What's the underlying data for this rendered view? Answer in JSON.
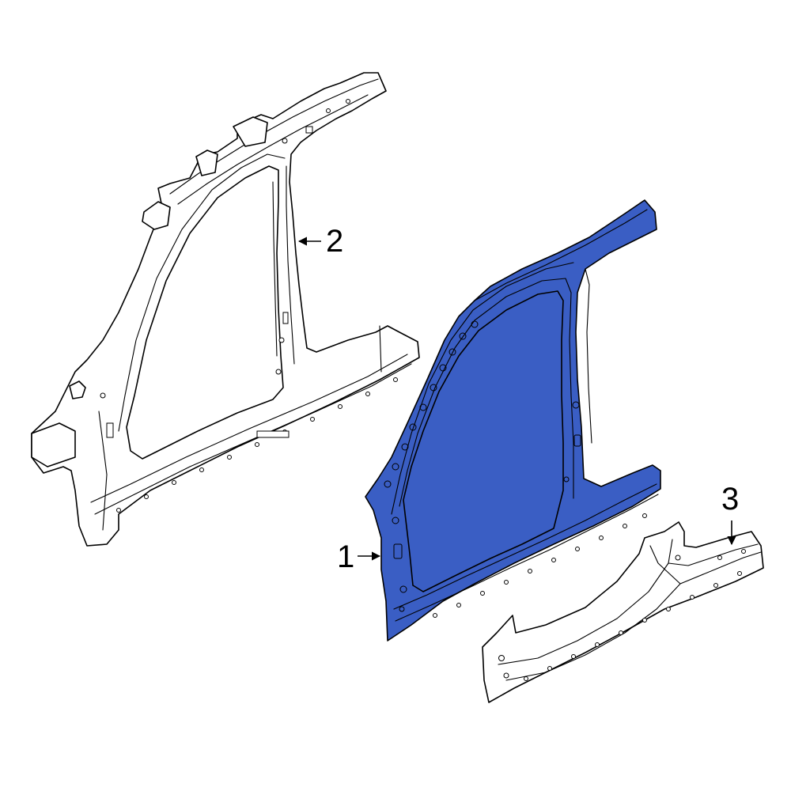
{
  "colors": {
    "highlight": "#3a5ec4",
    "line": "#000000",
    "background": "#ffffff"
  },
  "callouts": [
    {
      "id": "1",
      "label": "1"
    },
    {
      "id": "2",
      "label": "2"
    },
    {
      "id": "3",
      "label": "3"
    }
  ]
}
